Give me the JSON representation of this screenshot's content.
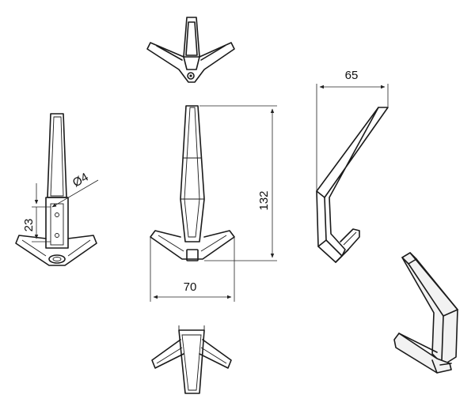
{
  "dimensions": {
    "diameter_label": "Ø4",
    "hole_offset_label": "23",
    "height_label": "132",
    "width_label": "70",
    "depth_label": "65"
  }
}
